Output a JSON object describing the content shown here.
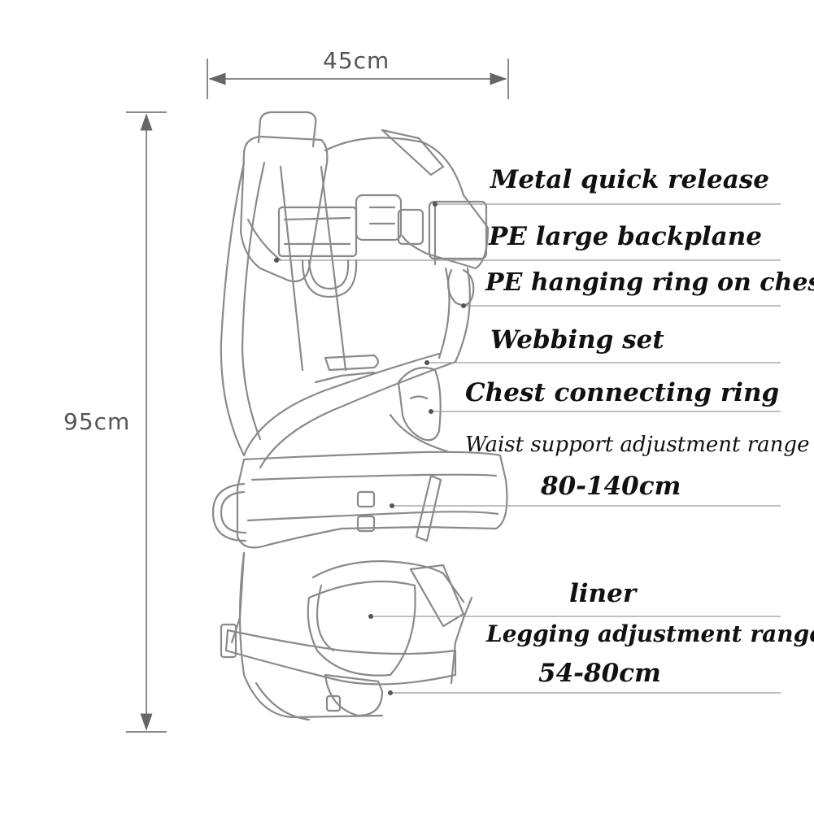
{
  "dimensions": {
    "width_label": "45cm",
    "height_label": "95cm"
  },
  "labels": {
    "metal_quick_release": "Metal quick release",
    "pe_large_backplane": "PE large backplane",
    "pe_hanging_ring_chest": "PE hanging ring on chest",
    "webbing_set": "Webbing set",
    "chest_connecting_ring": "Chest connecting ring",
    "waist_support_range_title": "Waist support adjustment range",
    "waist_support_range_value": "80-140cm",
    "liner": "liner",
    "legging_range_title": "Legging adjustment range",
    "legging_range_value": "54-80cm"
  },
  "colors": {
    "outline": "#8a8a8a",
    "leader": "#9a9a9a",
    "dimension": "#666666",
    "label_text": "#111111"
  },
  "icons": [
    "harness-illustration",
    "dimension-arrow-icon"
  ]
}
